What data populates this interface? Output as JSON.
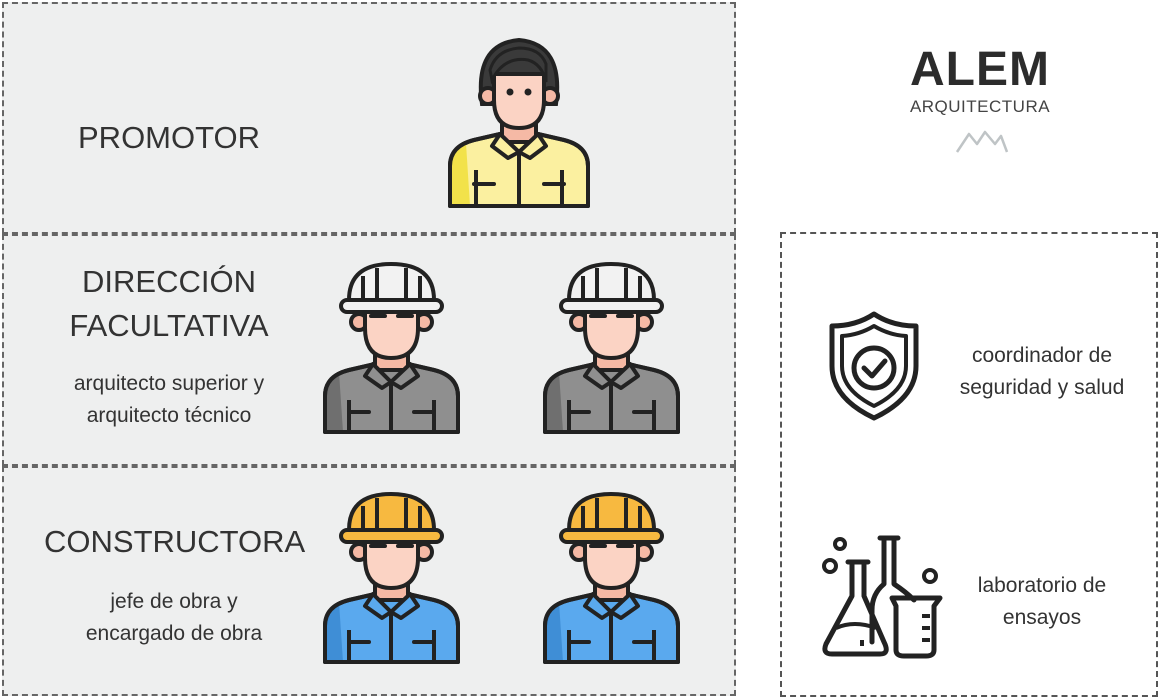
{
  "brand": {
    "name": "ALEM",
    "subtitle": "ARQUITECTURA"
  },
  "rows": {
    "promotor": {
      "title": "PROMOTOR"
    },
    "direccion": {
      "title_line1": "DIRECCIÓN",
      "title_line2": "FACULTATIVA",
      "desc_line1": "arquitecto superior y",
      "desc_line2": "arquitecto técnico"
    },
    "constructora": {
      "title": "CONSTRUCTORA",
      "desc_line1": "jefe de obra y",
      "desc_line2": "encargado de obra"
    }
  },
  "side": {
    "coordinador": {
      "line1": "coordinador de",
      "line2": "seguridad y salud",
      "icon": "shield-check-icon"
    },
    "laboratorio": {
      "line1": "laboratorio de",
      "line2": "ensayos",
      "icon": "lab-flasks-icon"
    }
  },
  "colors": {
    "promotor_shirt": "#fbf0a0",
    "promotor_shirt_dark": "#f2e24a",
    "df_helmet": "#f2f2f2",
    "df_shirt": "#8f8f8f",
    "con_helmet": "#f7b940",
    "con_shirt": "#5aa9ee",
    "skin": "#fbd3c4",
    "outline": "#222222",
    "panel_bg": "#eeefef"
  }
}
